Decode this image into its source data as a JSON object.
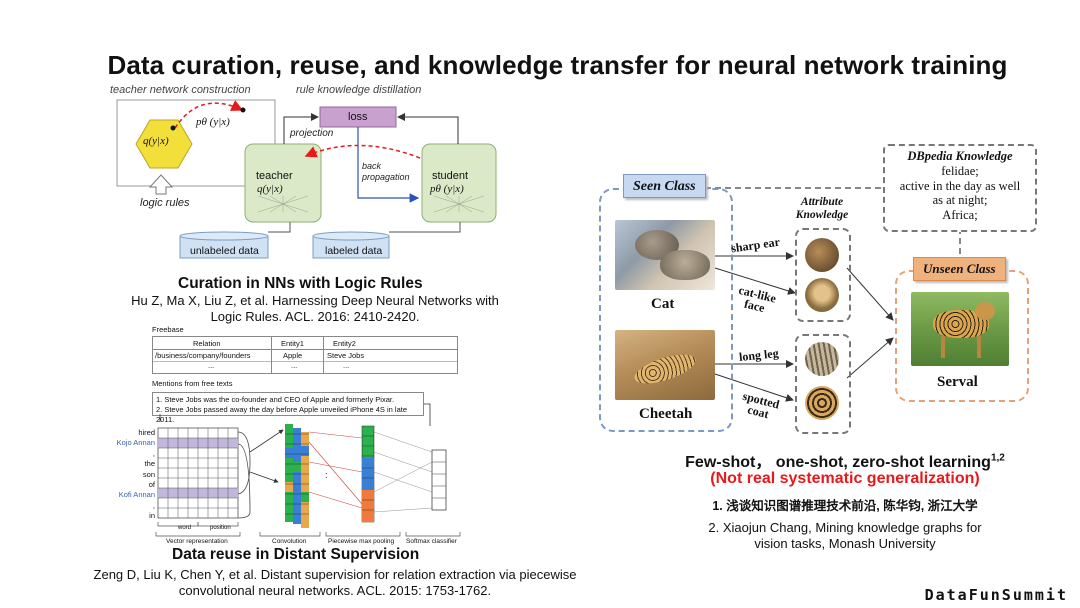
{
  "title": "Data curation, reuse, and knowledge transfer for neural network training",
  "logic_rules_figure": {
    "label_teacher_construction": "teacher network construction",
    "label_rule_distillation": "rule knowledge distillation",
    "q_formula": "q(y|x)",
    "p_formula": "pθ (y|x)",
    "logic_rules": "logic rules",
    "loss": "loss",
    "projection": "projection",
    "back_propagation_1": "back",
    "back_propagation_2": "propagation",
    "teacher": "teacher",
    "teacher_formula": "q(y|x)",
    "student": "student",
    "student_formula": "pθ (y|x)",
    "unlabeled_data": "unlabeled data",
    "labeled_data": "labeled data"
  },
  "caption_logic": {
    "title": "Curation in NNs with Logic Rules",
    "ref_line1": "Hu Z, Ma X, Liu Z, et al. Harnessing Deep Neural Networks with",
    "ref_line2": "Logic Rules. ACL. 2016: 2410-2420."
  },
  "distant_figure": {
    "freebase": "Freebase",
    "table_headers": [
      "Relation",
      "Entity1",
      "Entity2"
    ],
    "table_row": [
      "/business/company/founders",
      "Apple",
      "Steve Jobs"
    ],
    "table_dots": [
      "...",
      "...",
      "..."
    ],
    "mentions_label": "Mentions from free texts",
    "mention_1": "1. Steve Jobs was the co-founder and CEO of Apple and formerly Pixar.",
    "mention_2": "2. Steve Jobs passed away the day before Apple unveiled iPhone 4S in late 2011.",
    "words": [
      "hired",
      "Kojo Annan",
      ",",
      "the",
      "son",
      "of",
      "Kofi Annan",
      ",",
      "in"
    ],
    "word_label": "word",
    "position_label": "position",
    "vector_representation": "Vector representation",
    "convolution": "Convolution",
    "piecewise_max_pooling": "Piecewise max pooling",
    "softmax_classifier": "Softmax classifier",
    "dots": ":"
  },
  "caption_distant": {
    "title": "Data reuse in Distant Supervision",
    "ref_line1": "Zeng D, Liu K, Chen Y, et al. Distant supervision for relation extraction via piecewise",
    "ref_line2": "convolutional neural networks. ACL. 2015: 1753-1762."
  },
  "zero_shot_figure": {
    "seen_class": "Seen Class",
    "unseen_class": "Unseen Class",
    "attribute_knowledge_1": "Attribute",
    "attribute_knowledge_2": "Knowledge",
    "dbpedia_title": "DBpedia Knowledge",
    "dbpedia_lines": [
      "felidae;",
      "active in the day as well",
      "as at night;",
      "Africa;"
    ],
    "cat": "Cat",
    "cheetah": "Cheetah",
    "serval": "Serval",
    "attr_sharp_ear": "sharp ear",
    "attr_catlike_1": "cat-like",
    "attr_catlike_2": "face",
    "attr_long_leg": "long leg",
    "attr_spotted_1": "spotted",
    "attr_spotted_2": "coat"
  },
  "caption_zero": {
    "title": "Few-shot， one-shot, zero-shot learning",
    "title_sup": "1,2",
    "subtitle": "(Not real systematic generalization)",
    "ref1": "1. 浅谈知识图谱推理技术前沿, 陈华钧, 浙江大学",
    "ref2_line1": "2. Xiaojun Chang, Mining knowledge graphs for",
    "ref2_line2": "vision tasks, Monash University"
  },
  "brand": "DataFunSummit",
  "colors": {
    "accent_red": "#e8191c",
    "panel_green": "#dbe9c8",
    "loss_purple": "#c8a1cf",
    "seen_blue": "#7a99c4",
    "unseen_orange": "#f0b27d"
  }
}
